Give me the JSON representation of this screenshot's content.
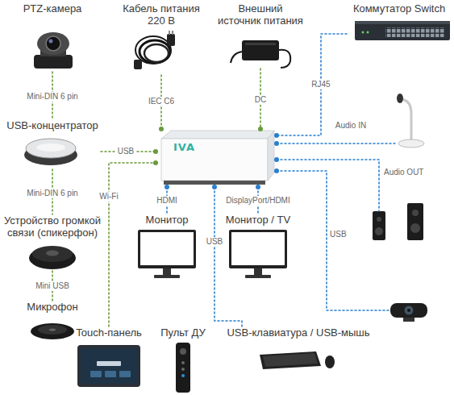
{
  "diagram": {
    "nodes": [
      {
        "text": [
          "PTZ-камера"
        ]
      },
      {
        "text": [
          "Кабель питания 220 В"
        ]
      },
      {
        "text": [
          "Внешний источник питания"
        ]
      },
      {
        "text": [
          "Коммутатор Switch"
        ]
      },
      {
        "text": [
          "USB-концентратор"
        ]
      },
      {
        "text": [
          "IVA"
        ]
      },
      {
        "text": [
          "Устройство громкой связи (спикерфон)"
        ]
      },
      {
        "text": [
          "Монитор"
        ]
      },
      {
        "text": [
          "Монитор / TV"
        ]
      },
      {
        "text": [
          "Микрофон"
        ]
      },
      {
        "text": [
          "Touch-панель"
        ]
      },
      {
        "text": [
          "Пульт ДУ"
        ]
      },
      {
        "text": [
          "USB-клавиатура / USB-мышь"
        ]
      }
    ],
    "edges": [
      {
        "from": 0,
        "to": 4,
        "label": "Mini-DIN 6 pin",
        "arrow": "none"
      },
      {
        "from": 1,
        "to": 5,
        "label": "IEC C6",
        "arrow": "none"
      },
      {
        "from": 2,
        "to": 5,
        "label": "DC",
        "arrow": "none"
      },
      {
        "from": 3,
        "to": 5,
        "label": "RJ45",
        "arrow": "none"
      },
      {
        "from": 4,
        "to": 5,
        "label": "USB",
        "arrow": "none"
      },
      {
        "from": 4,
        "to": 6,
        "label": "Mini-DIN 6 pin",
        "arrow": "none"
      },
      {
        "from": 6,
        "to": 9,
        "label": "Mini USB",
        "arrow": "none"
      },
      {
        "from": 10,
        "to": 5,
        "label": "Wi-Fi",
        "arrow": "none"
      },
      {
        "from": 5,
        "to": 7,
        "label": "HDMI",
        "arrow": "none"
      },
      {
        "from": 5,
        "to": 8,
        "label": "DisplayPort/HDMI",
        "arrow": "none"
      },
      {
        "from": 5,
        "to": 12,
        "label": "USB",
        "arrow": "none"
      }
    ],
    "labels": [
      "Audio IN",
      "Audio OUT",
      "USB"
    ]
  }
}
